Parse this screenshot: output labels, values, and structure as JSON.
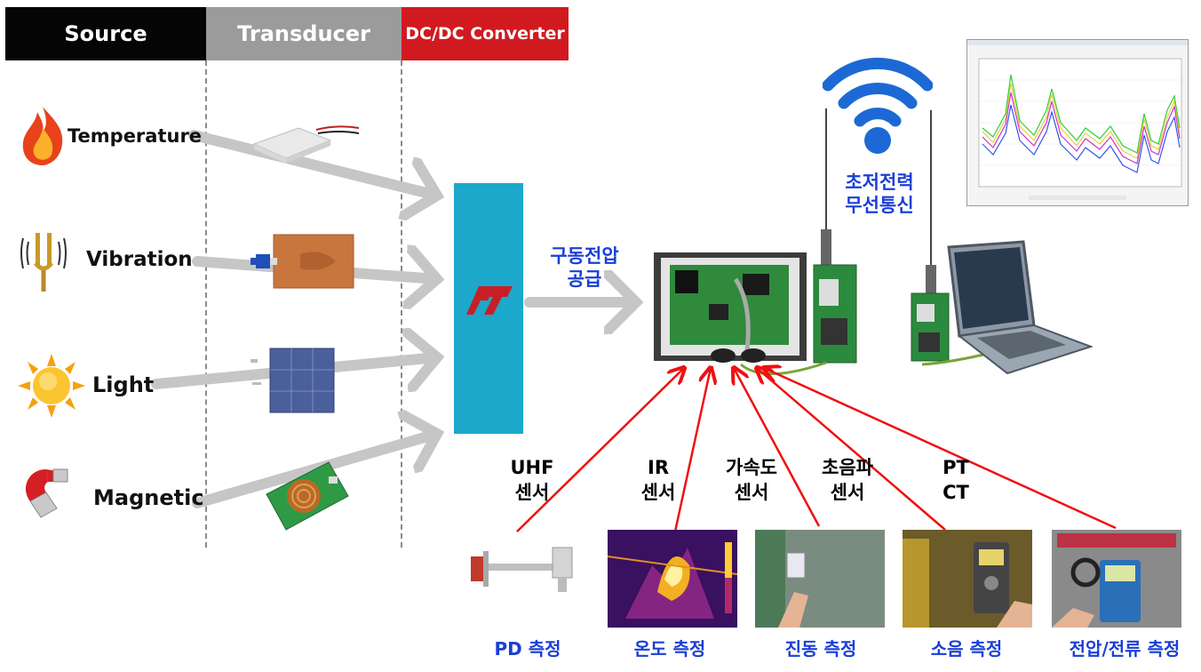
{
  "headers": {
    "source": "Source",
    "transducer": "Transducer",
    "converter": "DC/DC Converter"
  },
  "sources": [
    {
      "label": "Temperature",
      "icon": "flame-icon"
    },
    {
      "label": "Vibration",
      "icon": "tuning-fork-icon"
    },
    {
      "label": "Light",
      "icon": "sun-icon"
    },
    {
      "label": "Magnetic",
      "icon": "magnet-icon"
    }
  ],
  "supply_label_line1": "구동전압",
  "supply_label_line2": "공급",
  "wireless_line1": "초저전력",
  "wireless_line2": "무선통신",
  "sensors": [
    {
      "line1": "UHF",
      "line2": "센서",
      "caption": "PD 측정"
    },
    {
      "line1": "IR",
      "line2": "센서",
      "caption": "온도 측정"
    },
    {
      "line1": "가속도",
      "line2": "센서",
      "caption": "진동 측정"
    },
    {
      "line1": "초음파",
      "line2": "센서",
      "caption": "소음 측정"
    },
    {
      "line1": "PT",
      "line2": "CT",
      "caption": "전압/전류 측정"
    }
  ],
  "colors": {
    "source_header": "#000000",
    "transducer_header": "#9a9a9a",
    "converter_header": "#d01a1f",
    "converter_box": "#1aa7c9",
    "arrow_gray": "#c6c6c6",
    "arrow_red": "#f01010",
    "label_blue": "#1a3fd6"
  }
}
